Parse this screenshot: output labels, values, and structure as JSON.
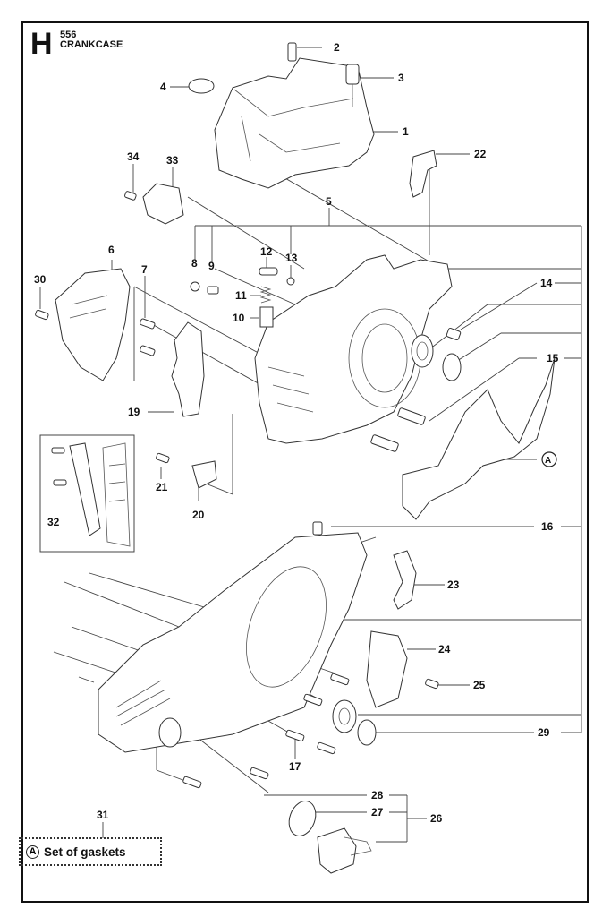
{
  "header": {
    "section_letter": "H",
    "model": "556",
    "section_name": "CRANKCASE"
  },
  "callouts": {
    "c1": "1",
    "c2": "2",
    "c3": "3",
    "c4": "4",
    "c5": "5",
    "c6": "6",
    "c7": "7",
    "c8": "8",
    "c9": "9",
    "c10": "10",
    "c11": "11",
    "c12": "12",
    "c13": "13",
    "c14": "14",
    "c15": "15",
    "c16": "16",
    "c17": "17",
    "c19": "19",
    "c20": "20",
    "c21": "21",
    "c22": "22",
    "c23": "23",
    "c24": "24",
    "c25": "25",
    "c26": "26",
    "c27": "27",
    "c28": "28",
    "c29": "29",
    "c30": "30",
    "c31": "31",
    "c32": "32",
    "c33": "33",
    "c34": "34"
  },
  "gasket_marker": "A",
  "legend": {
    "marker": "A",
    "text": "Set of gaskets"
  }
}
